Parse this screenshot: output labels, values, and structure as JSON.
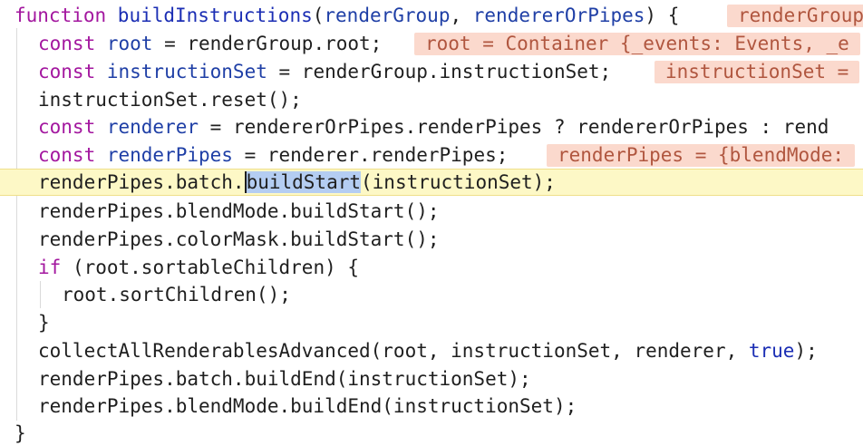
{
  "editor": {
    "lines": [
      {
        "tokens": [
          {
            "t": "function ",
            "c": "kw"
          },
          {
            "t": "buildInstructions",
            "c": "fn"
          },
          {
            "t": "(",
            "c": "plain"
          },
          {
            "t": "renderGroup",
            "c": "id"
          },
          {
            "t": ", ",
            "c": "plain"
          },
          {
            "t": "rendererOrPipes",
            "c": "id"
          },
          {
            "t": ") {",
            "c": "plain"
          }
        ],
        "hint": "renderGroup"
      },
      {
        "tokens": [
          {
            "t": "const ",
            "c": "kw"
          },
          {
            "t": "root",
            "c": "id"
          },
          {
            "t": " = renderGroup.root;",
            "c": "plain"
          }
        ],
        "hint": "root = Container {_events: Events, _e"
      },
      {
        "tokens": [
          {
            "t": "const ",
            "c": "kw"
          },
          {
            "t": "instructionSet",
            "c": "id"
          },
          {
            "t": " = renderGroup.instructionSet;",
            "c": "plain"
          }
        ],
        "hint": "instructionSet ="
      },
      {
        "tokens": [
          {
            "t": "instructionSet.reset();",
            "c": "plain"
          }
        ]
      },
      {
        "tokens": [
          {
            "t": "const ",
            "c": "kw"
          },
          {
            "t": "renderer",
            "c": "id"
          },
          {
            "t": " = rendererOrPipes.renderPipes ? rendererOrPipes : rend",
            "c": "plain"
          }
        ]
      },
      {
        "tokens": [
          {
            "t": "const ",
            "c": "kw"
          },
          {
            "t": "renderPipes",
            "c": "id"
          },
          {
            "t": " = renderer.renderPipes;",
            "c": "plain"
          }
        ],
        "hint": "renderPipes = {blendMode:"
      },
      {
        "tokens": [
          {
            "t": "renderPipes.batch.",
            "c": "plain"
          },
          {
            "t": "buildStart",
            "c": "sel"
          },
          {
            "t": "(instructionSet);",
            "c": "plain"
          }
        ]
      },
      {
        "tokens": [
          {
            "t": "renderPipes.blendMode.buildStart();",
            "c": "plain"
          }
        ]
      },
      {
        "tokens": [
          {
            "t": "renderPipes.colorMask.buildStart();",
            "c": "plain"
          }
        ]
      },
      {
        "tokens": [
          {
            "t": "if",
            "c": "kw"
          },
          {
            "t": " (root.sortableChildren) {",
            "c": "plain"
          }
        ]
      },
      {
        "tokens": [
          {
            "t": "root.sortChildren();",
            "c": "plain"
          }
        ]
      },
      {
        "tokens": [
          {
            "t": "}",
            "c": "plain"
          }
        ]
      },
      {
        "tokens": [
          {
            "t": "collectAllRenderablesAdvanced(root, instructionSet, renderer, ",
            "c": "plain"
          },
          {
            "t": "true",
            "c": "lit"
          },
          {
            "t": ");",
            "c": "plain"
          }
        ]
      },
      {
        "tokens": [
          {
            "t": "renderPipes.batch.buildEnd(instructionSet);",
            "c": "plain"
          }
        ]
      },
      {
        "tokens": [
          {
            "t": "renderPipes.blendMode.buildEnd(instructionSet);",
            "c": "plain"
          }
        ]
      },
      {
        "tokens": [
          {
            "t": "}",
            "c": "plain"
          }
        ]
      }
    ]
  },
  "colors": {
    "keyword": "#a3179f",
    "identifier": "#1f3fa6",
    "current_line_highlight": "#fdf8c6",
    "inline_value_background": "#fbd9cd",
    "inline_value_text": "#b0563f",
    "selection": "#b4cdf2"
  }
}
